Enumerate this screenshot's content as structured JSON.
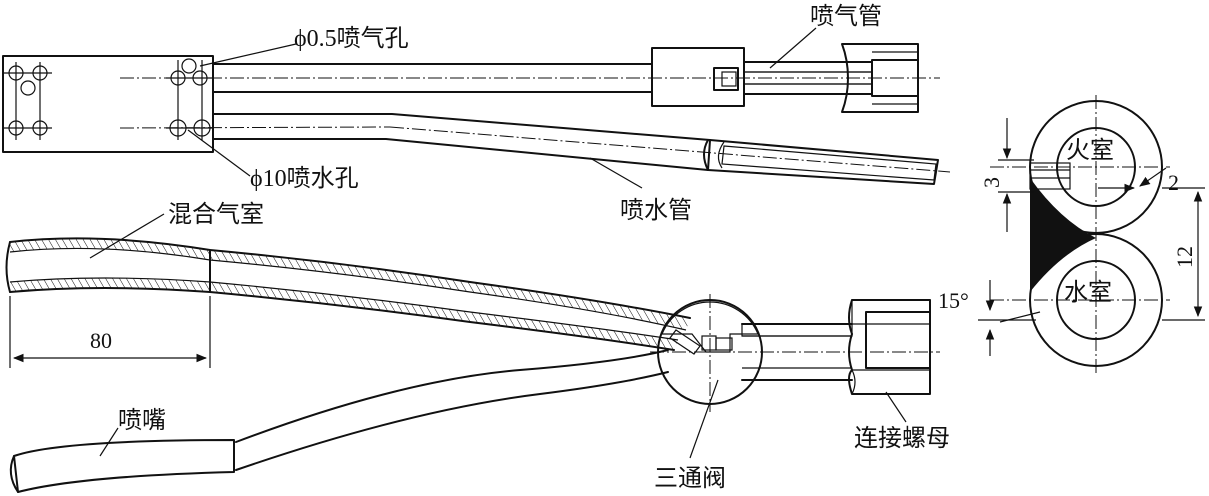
{
  "labels": {
    "gas_hole": "ϕ0.5喷气孔",
    "water_hole": "ϕ10喷水孔",
    "gas_tube": "喷气管",
    "water_tube": "喷水管",
    "mix_chamber": "混合气室",
    "nozzle": "喷嘴",
    "three_way_valve": "三通阀",
    "connect_nut": "连接螺母",
    "fire_chamber": "火室",
    "water_chamber": "水室"
  },
  "dimensions": {
    "length_80": "80",
    "dim_3": "3",
    "dim_2": "2",
    "dim_12": "12",
    "angle_15": "15°"
  }
}
